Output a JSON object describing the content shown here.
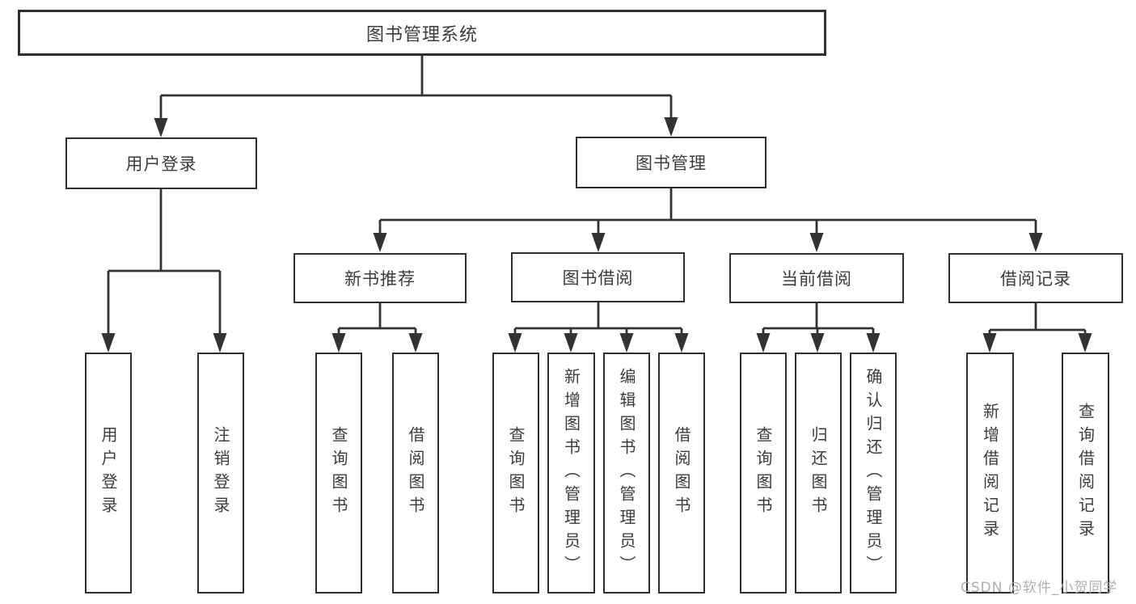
{
  "diagram": {
    "title": "图书管理系统",
    "root": {
      "label": "图书管理系统"
    },
    "user_login": {
      "label": "用户登录",
      "children": [
        {
          "label": "用户登录"
        },
        {
          "label": "注销登录"
        }
      ]
    },
    "book_management": {
      "label": "图书管理",
      "groups": [
        {
          "label": "新书推荐",
          "children": [
            {
              "label": "查询图书"
            },
            {
              "label": "借阅图书"
            }
          ]
        },
        {
          "label": "图书借阅",
          "children": [
            {
              "label": "查询图书"
            },
            {
              "label": "新增图书（管理员）"
            },
            {
              "label": "编辑图书（管理员）"
            },
            {
              "label": "借阅图书"
            }
          ]
        },
        {
          "label": "当前借阅",
          "children": [
            {
              "label": "查询图书"
            },
            {
              "label": "归还图书"
            },
            {
              "label": "确认归还（管理员）"
            }
          ]
        },
        {
          "label": "借阅记录",
          "children": [
            {
              "label": "新增借阅记录"
            },
            {
              "label": "查询借阅记录"
            }
          ]
        }
      ]
    }
  },
  "watermark": {
    "text": "CSDN @软件_小贺同学",
    "color": "#b0b0b0"
  },
  "colors": {
    "line": "#333333",
    "box_border": "#2f2f2f",
    "text": "#3c3c3c",
    "background": "#ffffff"
  }
}
